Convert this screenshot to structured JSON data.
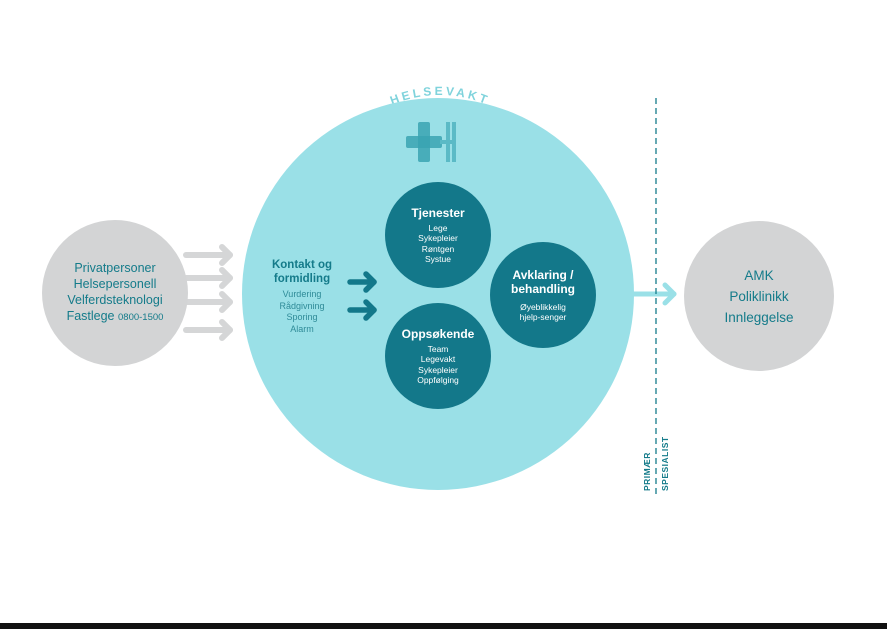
{
  "title": "HELSEVAKT",
  "inputs": {
    "lines": [
      "Privatpersoner",
      "Helsepersonell",
      "Velferdsteknologi"
    ],
    "fastlege": "Fastlege",
    "fastlege_hours": "0800-1500"
  },
  "kontakt": {
    "heading_line1": "Kontakt og",
    "heading_line2": "formidling",
    "items": [
      "Vurdering",
      "Rådgivning",
      "Sporing",
      "Alarm"
    ]
  },
  "tjenester": {
    "heading": "Tjenester",
    "items": [
      "Lege",
      "Sykepleier",
      "Røntgen",
      "Systue"
    ]
  },
  "oppsokende": {
    "heading": "Oppsøkende",
    "items": [
      "Team",
      "Legevakt",
      "Sykepleier",
      "Oppfølging"
    ]
  },
  "avklaring": {
    "heading_line1": "Avklaring /",
    "heading_line2": "behandling",
    "items": [
      "Øyeblikkelig",
      "hjelp-senger"
    ]
  },
  "outputs": {
    "lines": [
      "AMK",
      "Poliklinikk",
      "Innleggelse"
    ]
  },
  "divider": {
    "left_label": "PRIMÆR",
    "right_label": "SPESIALIST"
  },
  "colors": {
    "light_teal": "#9ae0e7",
    "dark_teal": "#13788a",
    "gray": "#d3d4d5",
    "arrow_gray": "#d5d6d7",
    "text_teal": "#147b8a"
  }
}
